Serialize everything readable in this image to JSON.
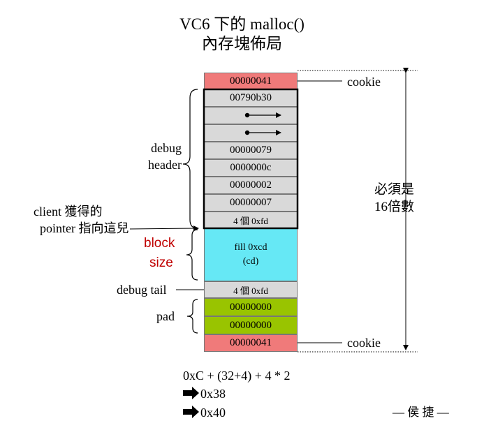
{
  "title": {
    "line1": "VC6 下的 malloc()",
    "line2": "內存塊佈局"
  },
  "blocks": {
    "cookie_top": "00000041",
    "h1": "00790b30",
    "h4": "00000079",
    "h5": "0000000c",
    "h6": "00000002",
    "h7": "00000007",
    "guard": "4 個 0xfd",
    "fill_line1": "fill  0xcd",
    "fill_line2": "(cd)",
    "tail": "4 個 0xfd",
    "pad1": "00000000",
    "pad2": "00000000",
    "cookie_bottom": "00000041"
  },
  "labels": {
    "cookie_top": "cookie",
    "cookie_bottom": "cookie",
    "debug_header_1": "debug",
    "debug_header_2": "header",
    "client_1": "client 獲得的",
    "client_2": "pointer 指向這兒",
    "block_1": "block",
    "block_2": "size",
    "debug_tail": "debug tail",
    "pad": "pad",
    "multiple_1": "必須是",
    "multiple_2": "16倍數"
  },
  "formula": {
    "line1": "0xC + (32+4) + 4 * 2",
    "line2": "0x38",
    "line3": "0x40"
  },
  "signature": "— 侯 捷 —",
  "colors": {
    "cookie": "#f07a7a",
    "header": "#d9d9d9",
    "fill": "#66e8f5",
    "pad": "#99c400",
    "block_size_text": "#c00000"
  }
}
